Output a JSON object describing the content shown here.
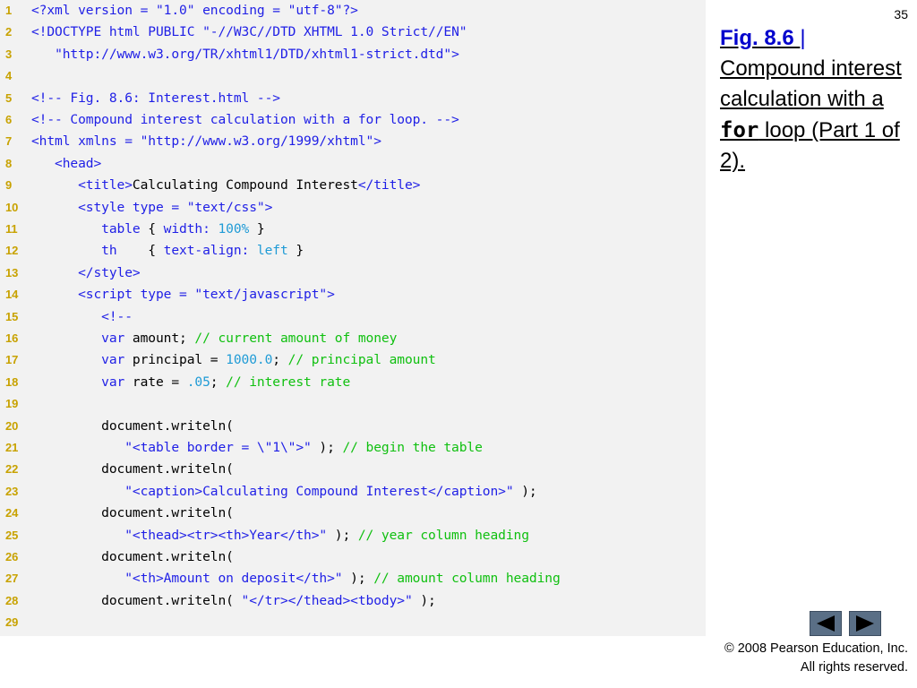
{
  "slide": {
    "number": "35"
  },
  "caption": {
    "fig_ref": "Fig. 8.6 ",
    "separator": "|",
    "text_before": " Compound interest calculation with a ",
    "code_word": "for",
    "text_after": " loop (Part 1 of 2)."
  },
  "copyright": {
    "symbol": "©",
    "text": " 2008 Pearson Education, Inc.  All rights reserved."
  },
  "nav": {
    "prev_icon": "triangle-left-icon",
    "next_icon": "triangle-right-icon",
    "button_color": "#5a6f86"
  },
  "colors": {
    "panel": "#f2f2f2",
    "keyword": "#1f1fe6",
    "comment": "#10c010",
    "number": "#1f9bd6",
    "line_number": "#c8a200"
  },
  "code": [
    {
      "n": "1",
      "parts": [
        [
          "kw",
          "<?xml version = "
        ],
        [
          "str",
          "\"1.0\""
        ],
        [
          "kw",
          " encoding = "
        ],
        [
          "str",
          "\"utf-8\""
        ],
        [
          "kw",
          "?>"
        ]
      ]
    },
    {
      "n": "2",
      "parts": [
        [
          "kw",
          "<!DOCTYPE html PUBLIC "
        ],
        [
          "str",
          "\"-//W3C//DTD XHTML 1.0 Strict//EN\""
        ]
      ]
    },
    {
      "n": "3",
      "parts": [
        [
          "kw",
          "   "
        ],
        [
          "str",
          "\"http://www.w3.org/TR/xhtml1/DTD/xhtml1-strict.dtd\""
        ],
        [
          "kw",
          ">"
        ]
      ]
    },
    {
      "n": "4",
      "parts": []
    },
    {
      "n": "5",
      "parts": [
        [
          "kw",
          "<!-- Fig. 8.6: Interest.html -->"
        ]
      ]
    },
    {
      "n": "6",
      "parts": [
        [
          "kw",
          "<!-- Compound interest calculation with a for loop. -->"
        ]
      ]
    },
    {
      "n": "7",
      "parts": [
        [
          "kw",
          "<html xmlns = "
        ],
        [
          "str",
          "\"http://www.w3.org/1999/xhtml\""
        ],
        [
          "kw",
          ">"
        ]
      ]
    },
    {
      "n": "8",
      "parts": [
        [
          "kw",
          "   <head>"
        ]
      ]
    },
    {
      "n": "9",
      "parts": [
        [
          "kw",
          "      <title>"
        ],
        [
          "plain",
          "Calculating Compound Interest"
        ],
        [
          "kw",
          "</title>"
        ]
      ]
    },
    {
      "n": "10",
      "parts": [
        [
          "kw",
          "      <style type = "
        ],
        [
          "str",
          "\"text/css\""
        ],
        [
          "kw",
          ">"
        ]
      ]
    },
    {
      "n": "11",
      "parts": [
        [
          "kw",
          "         table "
        ],
        [
          "plain",
          "{ "
        ],
        [
          "kw",
          "width: "
        ],
        [
          "num",
          "100%"
        ],
        [
          "plain",
          " }"
        ]
      ]
    },
    {
      "n": "12",
      "parts": [
        [
          "kw",
          "         th    "
        ],
        [
          "plain",
          "{ "
        ],
        [
          "kw",
          "text-align: "
        ],
        [
          "num",
          "left"
        ],
        [
          "plain",
          " }"
        ]
      ]
    },
    {
      "n": "13",
      "parts": [
        [
          "kw",
          "      </style>"
        ]
      ]
    },
    {
      "n": "14",
      "parts": [
        [
          "kw",
          "      <script type = "
        ],
        [
          "str",
          "\"text/javascript\""
        ],
        [
          "kw",
          ">"
        ]
      ]
    },
    {
      "n": "15",
      "parts": [
        [
          "kw",
          "         <!--"
        ]
      ]
    },
    {
      "n": "16",
      "parts": [
        [
          "kw",
          "         var "
        ],
        [
          "plain",
          "amount; "
        ],
        [
          "cm",
          "// current amount of money"
        ]
      ]
    },
    {
      "n": "17",
      "parts": [
        [
          "kw",
          "         var "
        ],
        [
          "plain",
          "principal = "
        ],
        [
          "num",
          "1000.0"
        ],
        [
          "plain",
          "; "
        ],
        [
          "cm",
          "// principal amount"
        ]
      ]
    },
    {
      "n": "18",
      "parts": [
        [
          "kw",
          "         var "
        ],
        [
          "plain",
          "rate = "
        ],
        [
          "num",
          ".05"
        ],
        [
          "plain",
          "; "
        ],
        [
          "cm",
          "// interest rate"
        ]
      ]
    },
    {
      "n": "19",
      "parts": []
    },
    {
      "n": "20",
      "parts": [
        [
          "plain",
          "         document.writeln("
        ]
      ]
    },
    {
      "n": "21",
      "parts": [
        [
          "plain",
          "            "
        ],
        [
          "str",
          "\"<table border = \\\"1\\\">\""
        ],
        [
          "plain",
          " ); "
        ],
        [
          "cm",
          "// begin the table"
        ]
      ]
    },
    {
      "n": "22",
      "parts": [
        [
          "plain",
          "         document.writeln("
        ]
      ]
    },
    {
      "n": "23",
      "parts": [
        [
          "plain",
          "            "
        ],
        [
          "str",
          "\"<caption>Calculating Compound Interest</caption>\""
        ],
        [
          "plain",
          " );"
        ]
      ]
    },
    {
      "n": "24",
      "parts": [
        [
          "plain",
          "         document.writeln("
        ]
      ]
    },
    {
      "n": "25",
      "parts": [
        [
          "plain",
          "            "
        ],
        [
          "str",
          "\"<thead><tr><th>Year</th>\""
        ],
        [
          "plain",
          " ); "
        ],
        [
          "cm",
          "// year column heading"
        ]
      ]
    },
    {
      "n": "26",
      "parts": [
        [
          "plain",
          "         document.writeln("
        ]
      ]
    },
    {
      "n": "27",
      "parts": [
        [
          "plain",
          "            "
        ],
        [
          "str",
          "\"<th>Amount on deposit</th>\""
        ],
        [
          "plain",
          " ); "
        ],
        [
          "cm",
          "// amount column heading"
        ]
      ]
    },
    {
      "n": "28",
      "parts": [
        [
          "plain",
          "         document.writeln( "
        ],
        [
          "str",
          "\"</tr></thead><tbody>\""
        ],
        [
          "plain",
          " );"
        ]
      ]
    },
    {
      "n": "29",
      "parts": []
    }
  ]
}
